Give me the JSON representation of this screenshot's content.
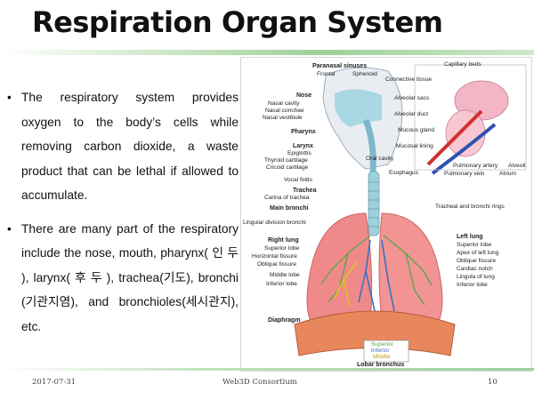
{
  "slide": {
    "title": "Respiration Organ System",
    "bullets": [
      "The respiratory system provides oxygen to the body’s cells while removing carbon dioxide, a waste product that can be lethal if allowed to accumulate.",
      "There are many part of the respiratory include the nose, mouth, pharynx( 인 두 ), larynx( 후 두 ), trachea(기도), bronchi (기관지염), and bronchioles(세시관지), etc."
    ],
    "footer": {
      "date": "2017-07-31",
      "org": "Web3D Consortium",
      "page": "10"
    }
  },
  "figure": {
    "labels": {
      "paranasal": "Paranasal sinuses",
      "frontal": "Frontal",
      "sphenoid": "Sphenoid",
      "nose": "Nose",
      "nasal_cavity": "Nasal cavity",
      "nasal_conchae": "Nasal conchae",
      "nasal_vestibule": "Nasal vestibule",
      "pharynx": "Pharynx",
      "larynx": "Larynx",
      "epiglottis": "Epiglottis",
      "thyroid": "Thyroid cartilage",
      "cricoid": "Cricoid cartilage",
      "vocal_folds": "Vocal folds",
      "trachea": "Trachea",
      "carina": "Carina of trachea",
      "main_bronchi": "Main bronchi",
      "lingular": "Lingular division bronchi",
      "right_lung": "Right lung",
      "r_superior": "Superior lobe",
      "horizontal": "Horizontal fissure",
      "oblique_r": "Oblique fissure",
      "middle_lobe": "Middle lobe",
      "r_inferior": "Inferior lobe",
      "diaphragm": "Diaphragm",
      "capillary": "Capillary beds",
      "connective": "Connective tissue",
      "alveolar_sacs": "Alveolar sacs",
      "alveolar_duct": "Alveolar duct",
      "mucous_gland": "Mucous gland",
      "mucosal": "Mucosal lining",
      "oral": "Oral cavity",
      "esophagus": "Esophagus",
      "pulm_artery": "Pulmonary artery",
      "pulm_vein": "Pulmonary vein",
      "alveoli": "Alveoli",
      "atrium": "Atrium",
      "tracheal_rings": "Tracheal and bronchi rings",
      "left_lung": "Left lung",
      "l_superior": "Superior lobe",
      "apex": "Apex of left lung",
      "oblique_l": "Oblique fissure",
      "cardiac": "Cardiac notch",
      "lingula": "Lingula of lung",
      "l_inferior": "Inferior lobe",
      "key_superior": "Superior",
      "key_inferior": "Inferior",
      "key_middle": "Middle",
      "lobar": "Lobar bronchus"
    },
    "colors": {
      "lung": "#f08a8a",
      "diaphragm": "#e8875c",
      "trachea": "#9fd0dc",
      "green_bronchi": "#5aa64a",
      "yellow_bronchi": "#e0c020",
      "blue_bronchi": "#3a6fc0"
    }
  }
}
